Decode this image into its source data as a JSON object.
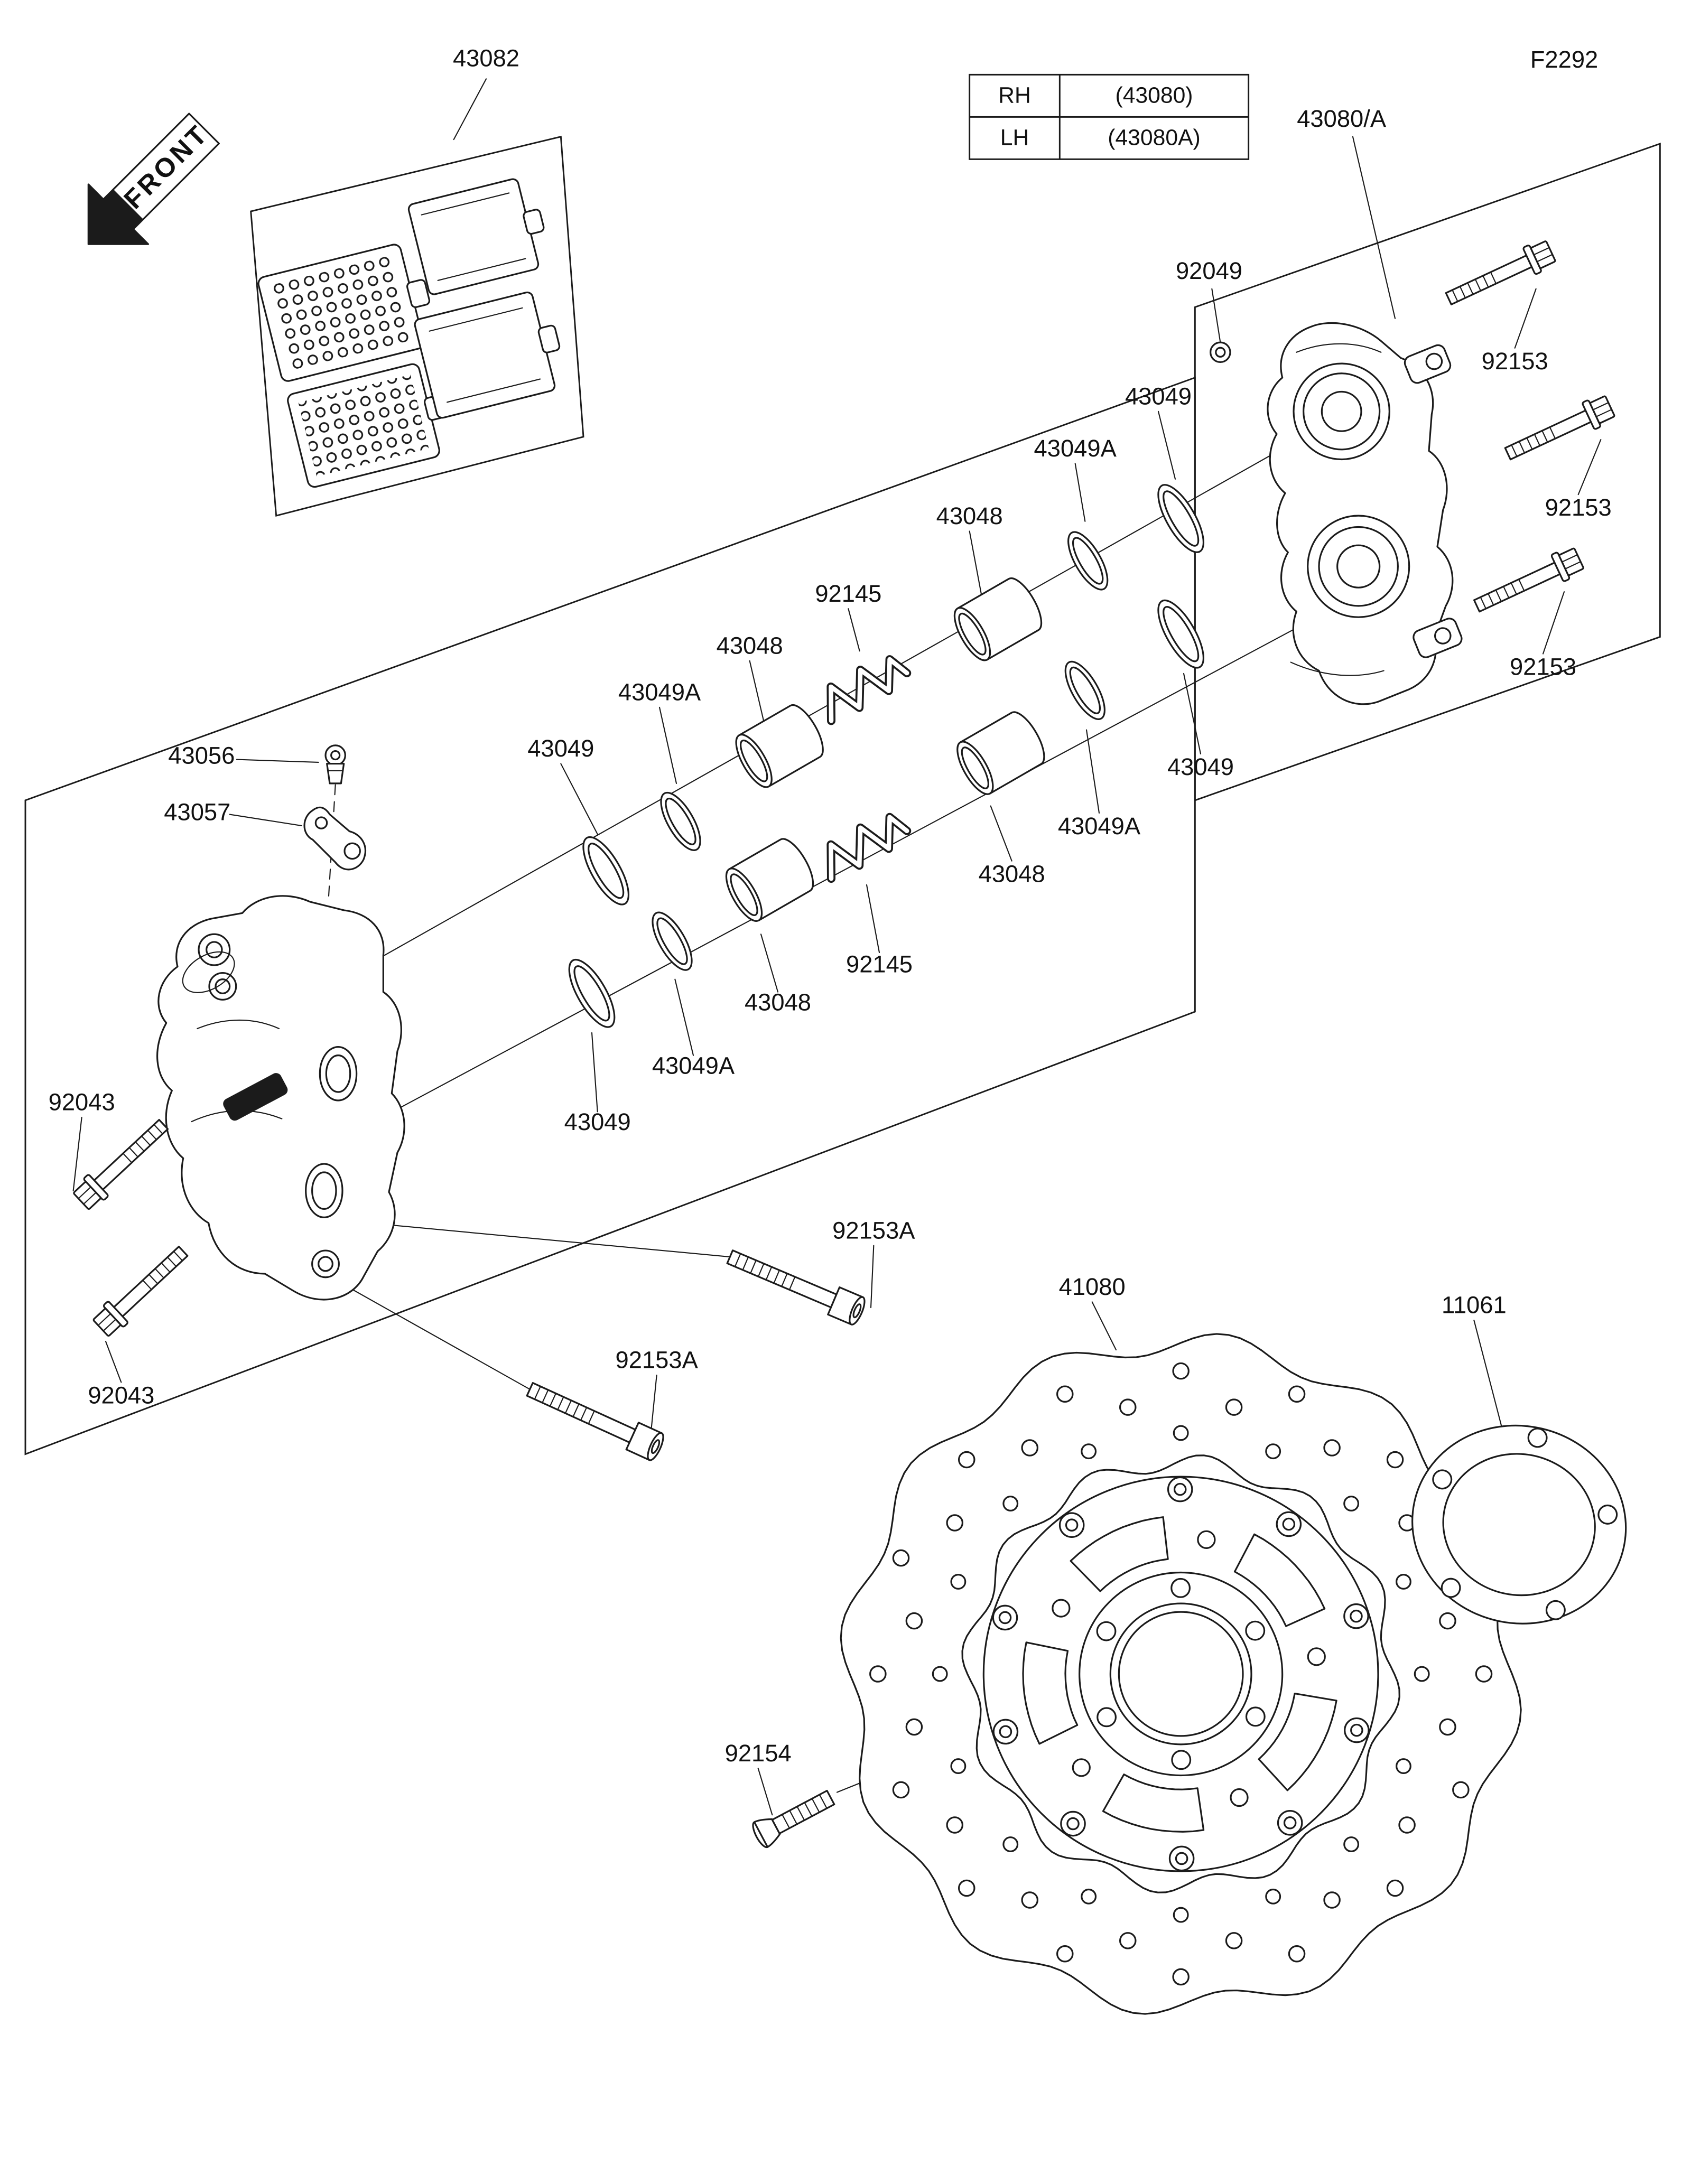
{
  "page": {
    "fiche_code": "F2292",
    "front_label": "FRONT"
  },
  "ref_table": {
    "rows": [
      {
        "side": "RH",
        "part": "(43080)"
      },
      {
        "side": "LH",
        "part": "(43080A)"
      }
    ]
  },
  "labels": {
    "brake_pads": "43082",
    "caliper_assembly": "43080/A",
    "washer": "92049",
    "caliper_bolt": "92153",
    "caliper_bolt_long": "92153A",
    "piston": "43048",
    "piston_seal": "43049",
    "dust_seal": "43049A",
    "pad_spring": "92145",
    "bleeder_valve": "43056",
    "clamp": "43057",
    "mount_bolt": "92043",
    "brake_disc": "41080",
    "disc_shim": "11061",
    "disc_bolt": "92154"
  }
}
